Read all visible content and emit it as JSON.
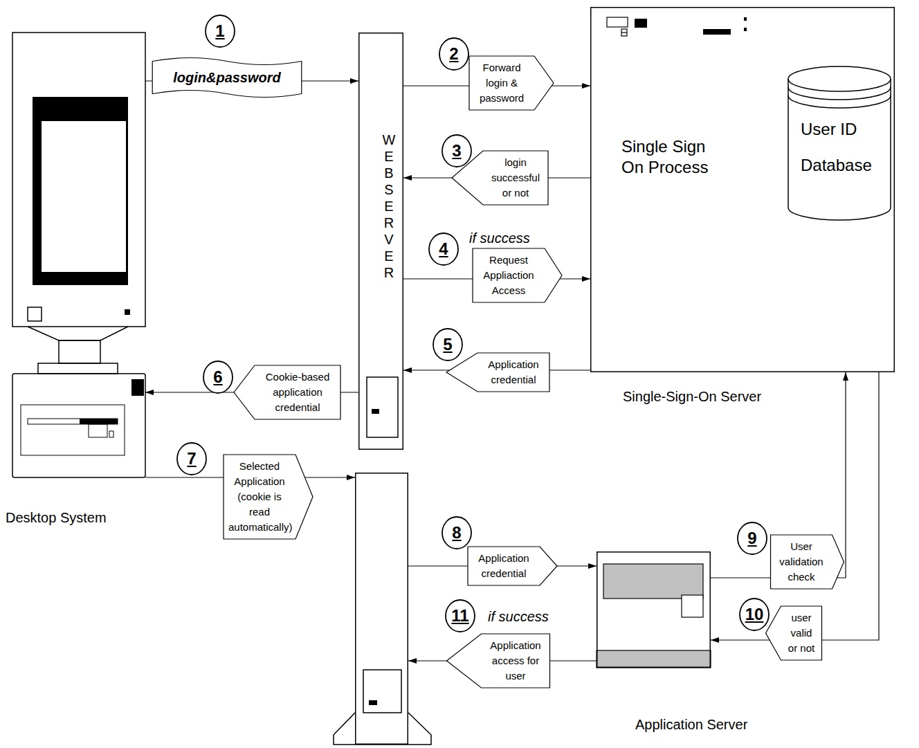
{
  "diagram": {
    "nodes": [
      {
        "text": [
          "Desktop System"
        ]
      },
      {
        "text": [
          "WEBSERVER"
        ]
      },
      {
        "text": [
          "Single-Sign-On Server",
          "Single Sign On Process"
        ]
      },
      {
        "text": [
          "User ID Database"
        ],
        "in": 2
      },
      {
        "text": []
      },
      {
        "text": [
          "Application Server"
        ]
      }
    ],
    "edges": [
      {
        "from": 0,
        "to": 1,
        "arrow": "to",
        "label": "login&password"
      },
      {
        "from": 1,
        "to": 2,
        "arrow": "to",
        "label": "Forward login & password"
      },
      {
        "from": 2,
        "to": 1,
        "arrow": "to",
        "label": "login successful or not"
      },
      {
        "from": 1,
        "to": 2,
        "arrow": "to",
        "label": "Request Appliaction Access"
      },
      {
        "from": 2,
        "to": 1,
        "arrow": "to",
        "label": "Application credential"
      },
      {
        "from": 1,
        "to": 0,
        "arrow": "to",
        "label": "Cookie-based application credential"
      },
      {
        "from": 0,
        "to": 4,
        "arrow": "to",
        "label": "Selected Application (cookie is read automatically)"
      },
      {
        "from": 4,
        "to": 5,
        "arrow": "to",
        "label": "Application credential"
      },
      {
        "from": 5,
        "to": 2,
        "arrow": "to",
        "label": "User validation check"
      },
      {
        "from": 2,
        "to": 5,
        "arrow": "to",
        "label": "user valid or not"
      },
      {
        "from": 5,
        "to": 4,
        "arrow": "to",
        "label": "Application access for user"
      }
    ],
    "labels": [
      "1",
      "2",
      "3",
      "if success",
      "4",
      "5",
      "6",
      "7",
      "8",
      "9",
      "10",
      "11",
      "if success"
    ]
  }
}
